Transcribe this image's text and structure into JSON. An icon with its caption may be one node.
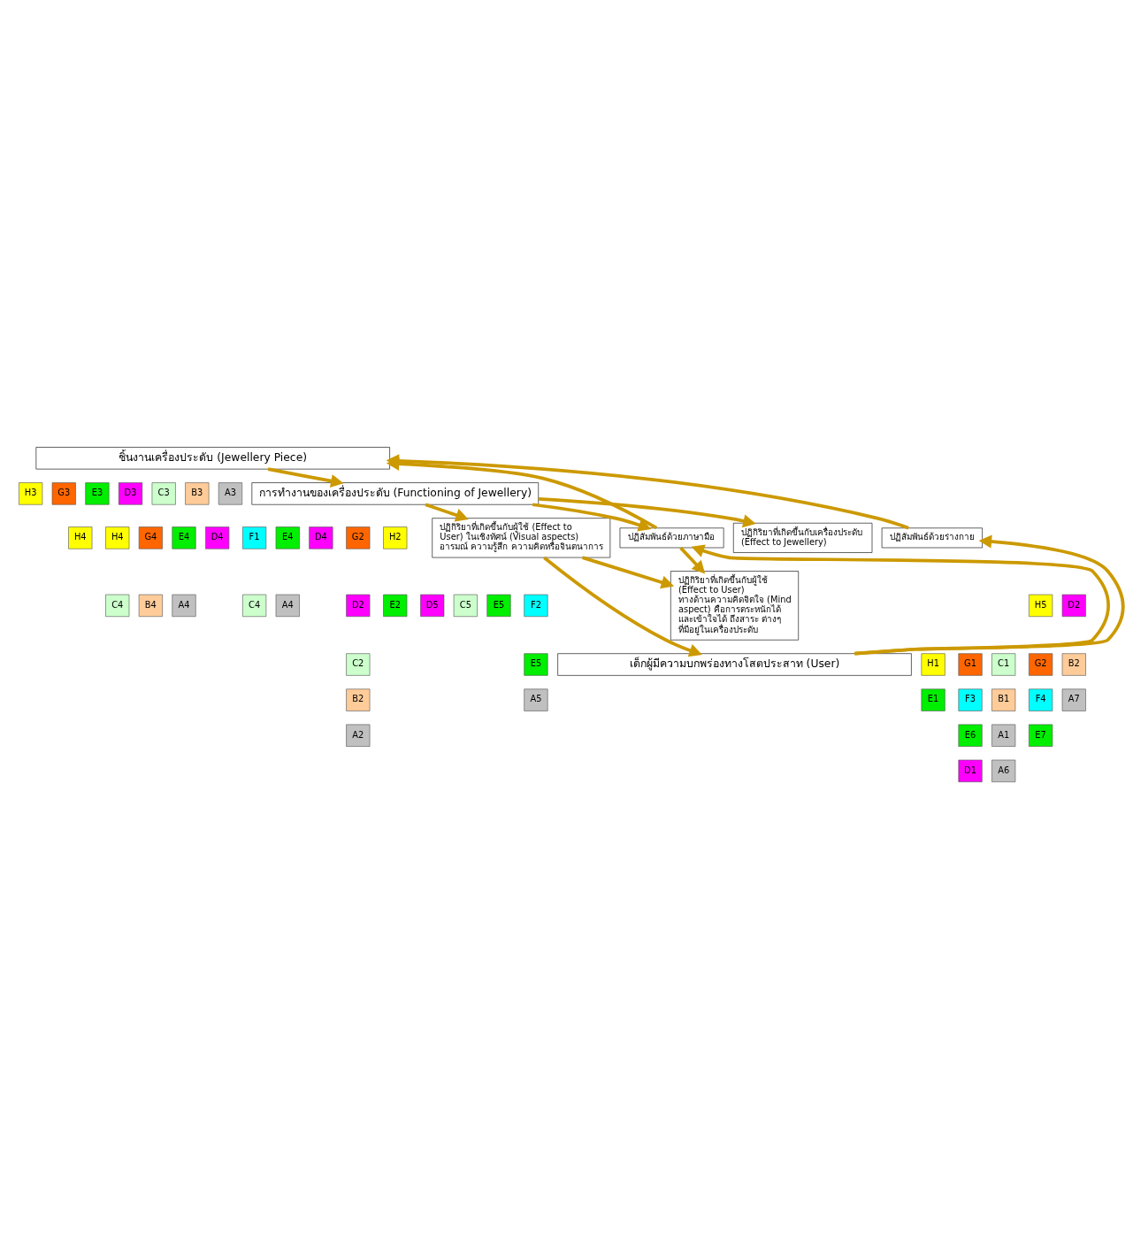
{
  "diagram": {
    "nodes": [
      {
        "text": [
          "ชิ้นงานเครื่องประดับ (Jewellery Piece)"
        ]
      },
      {
        "text": [
          "การทำงานของเครื่องประดับ (Functioning of Jewellery)"
        ]
      },
      {
        "text": [
          "ปฏิกิริยาที่เกิดขึ้นกับเครื่องประดับ (Effect to Jewellery)"
        ]
      },
      {
        "text": [
          "ปฏิกิริยาที่เกิดขึ้นกับผู้ใช้ (Effect to User) ในเชิงทัศน์ (Visual aspects) อารมณ์ ความรู้สึก ความคิดหรือจินตนาการ"
        ]
      },
      {
        "text": [
          "ปฏิสัมพันธ์ด้วยร่างกาย"
        ]
      },
      {
        "text": [
          "ปฏิสัมพันธ์ด้วยภาษามือ"
        ]
      },
      {
        "text": [
          "ปฏิกิริยาที่เกิดขึ้นกับผู้ใช้ (Effect to User) ทางด้านความคิดจิตใจ (Mind aspect) คือการตระหนักได้ และเข้าใจได้ ถึงสาระ ต่างๆ ที่มีอยู่ในเครื่องประดับ"
        ]
      },
      {
        "text": [
          "เด็กผู้มีความบกพร่องทางโสตประสาท (User)"
        ]
      },
      {
        "text": [
          "H3"
        ]
      },
      {
        "text": [
          "G3"
        ]
      },
      {
        "text": [
          "E3"
        ]
      },
      {
        "text": [
          "D3"
        ]
      },
      {
        "text": [
          "C3"
        ]
      },
      {
        "text": [
          "B3"
        ]
      },
      {
        "text": [
          "A3"
        ]
      },
      {
        "text": [
          "H4"
        ]
      },
      {
        "text": [
          "H4"
        ]
      },
      {
        "text": [
          "G4"
        ]
      },
      {
        "text": [
          "E4"
        ]
      },
      {
        "text": [
          "D4"
        ]
      },
      {
        "text": [
          "C4"
        ]
      },
      {
        "text": [
          "B4"
        ]
      },
      {
        "text": [
          "A4"
        ]
      },
      {
        "text": [
          "F1"
        ]
      },
      {
        "text": [
          "E4"
        ]
      },
      {
        "text": [
          "D4"
        ]
      },
      {
        "text": [
          "C4"
        ]
      },
      {
        "text": [
          "A4"
        ]
      },
      {
        "text": [
          "G2"
        ]
      },
      {
        "text": [
          "D2"
        ]
      },
      {
        "text": [
          "C2"
        ]
      },
      {
        "text": [
          "B2"
        ]
      },
      {
        "text": [
          "A2"
        ]
      },
      {
        "text": [
          "H2"
        ]
      },
      {
        "text": [
          "E2"
        ]
      },
      {
        "text": [
          "D5"
        ]
      },
      {
        "text": [
          "C5"
        ]
      },
      {
        "text": [
          "E5"
        ]
      },
      {
        "text": [
          "F2"
        ]
      },
      {
        "text": [
          "E5"
        ]
      },
      {
        "text": [
          "A5"
        ]
      },
      {
        "text": [
          "H5"
        ]
      },
      {
        "text": [
          "G2"
        ]
      },
      {
        "text": [
          "F4"
        ]
      },
      {
        "text": [
          "E7"
        ]
      },
      {
        "text": [
          "D2"
        ]
      },
      {
        "text": [
          "B2"
        ]
      },
      {
        "text": [
          "A7"
        ]
      },
      {
        "text": [
          "G1"
        ]
      },
      {
        "text": [
          "C1"
        ]
      },
      {
        "text": [
          "F3"
        ]
      },
      {
        "text": [
          "B1"
        ]
      },
      {
        "text": [
          "E6"
        ]
      },
      {
        "text": [
          "A1"
        ]
      },
      {
        "text": [
          "D1"
        ]
      },
      {
        "text": [
          "A6"
        ]
      },
      {
        "text": [
          "H1"
        ]
      },
      {
        "text": [
          "E1"
        ]
      }
    ],
    "edges": [
      {
        "from": 0,
        "to": 1,
        "arrow": "to"
      },
      {
        "from": 1,
        "to": 5,
        "arrow": "to"
      },
      {
        "from": 1,
        "to": 2,
        "arrow": "to"
      },
      {
        "from": 1,
        "to": 3,
        "arrow": "to"
      },
      {
        "from": 3,
        "to": 6,
        "arrow": "to"
      },
      {
        "from": 3,
        "to": 7,
        "arrow": "to"
      },
      {
        "from": 5,
        "to": 6,
        "arrow": "to"
      },
      {
        "from": 4,
        "to": 0,
        "arrow": "to"
      },
      {
        "from": 5,
        "to": 0,
        "arrow": "to"
      },
      {
        "from": 7,
        "to": 4,
        "arrow": "to"
      },
      {
        "from": 7,
        "to": 5,
        "arrow": "to"
      }
    ]
  }
}
